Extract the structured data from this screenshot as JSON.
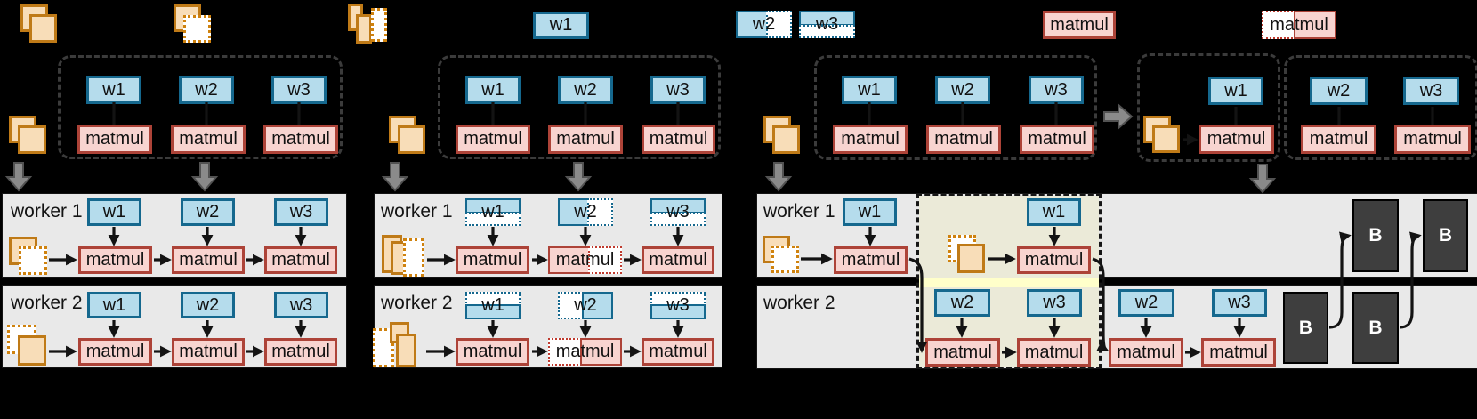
{
  "labels": {
    "w1": "w1",
    "w2": "w2",
    "w3": "w3",
    "matmul": "matmul",
    "worker1": "worker 1",
    "worker2": "worker 2",
    "backward": "B"
  },
  "colors": {
    "background": "#000000",
    "weight_fill": "#b5dcec",
    "weight_border": "#15688e",
    "op_fill": "#f8d4d0",
    "op_border": "#ad4338",
    "data_fill": "#f8ddb8",
    "data_border": "#bf7a17",
    "shard_fill": "#ffffff",
    "worker_row_bg": "#e9e9e9",
    "backward_fill": "#3e3e3e",
    "backward_text": "#ffffff",
    "highlight_bg": "#ebead8",
    "highlight_strip": "#ffffca",
    "gray_arrow": "#8a8a8a",
    "black_arrow": "#131313"
  },
  "icons": {
    "data_batch": "stacked-orange-squares",
    "data_shard": "stacked-squares-with-dotted-white-shard",
    "gray_down_arrow": "thick-gray-down-arrow",
    "gray_right_arrow": "thick-gray-right-arrow"
  },
  "panels": [
    {
      "id": 1,
      "strategy": "data-parallel",
      "graph": {
        "weights": [
          "w1",
          "w2",
          "w3"
        ],
        "ops": [
          "matmul",
          "matmul",
          "matmul"
        ]
      },
      "workers": [
        {
          "label": "worker 1",
          "weights": [
            "w1",
            "w2",
            "w3"
          ],
          "ops": [
            "matmul",
            "matmul",
            "matmul"
          ],
          "data": "shard-front"
        },
        {
          "label": "worker 2",
          "weights": [
            "w1",
            "w2",
            "w3"
          ],
          "ops": [
            "matmul",
            "matmul",
            "matmul"
          ],
          "data": "shard-back"
        }
      ]
    },
    {
      "id": 2,
      "strategy": "tensor-sharded",
      "header_badges": [
        "w1"
      ],
      "graph": {
        "weights": [
          "w1",
          "w2",
          "w3"
        ],
        "ops": [
          "matmul",
          "matmul",
          "matmul"
        ]
      },
      "workers": [
        {
          "label": "worker 1",
          "weights": [
            "w1 top-half",
            "w2 left-half",
            "w3 top-half"
          ],
          "ops": [
            "matmul",
            "matmul left-half",
            "matmul"
          ]
        },
        {
          "label": "worker 2",
          "weights": [
            "w1 bottom-half",
            "w2 right-half",
            "w3 bottom-half"
          ],
          "ops": [
            "matmul",
            "matmul right-half",
            "matmul"
          ]
        }
      ]
    },
    {
      "id": 3,
      "strategy": "pipeline",
      "header_badges": [
        "w2 sharded",
        "w3 sharded",
        "matmul"
      ],
      "graph": {
        "weights": [
          "w1",
          "w2",
          "w3"
        ],
        "ops": [
          "matmul",
          "matmul",
          "matmul"
        ]
      },
      "stages": [
        {
          "label": "worker 1",
          "weights": [
            "w1",
            "w1"
          ],
          "ops": [
            "matmul",
            "matmul"
          ],
          "backward": [
            "B",
            "B"
          ]
        },
        {
          "label": "worker 2",
          "weights": [
            "w2",
            "w3",
            "w2",
            "w3"
          ],
          "ops": [
            "matmul",
            "matmul",
            "matmul",
            "matmul"
          ],
          "backward": [
            "B",
            "B"
          ]
        }
      ],
      "highlight": "second-timestep"
    },
    {
      "id": 4,
      "strategy": "pipeline-partitioned-graph",
      "header_badges": [
        "matmul sharded"
      ],
      "stage_boxes": [
        {
          "weights": [
            "w1"
          ],
          "ops": [
            "matmul"
          ],
          "data": true
        },
        {
          "weights": [
            "w2",
            "w3"
          ],
          "ops": [
            "matmul",
            "matmul"
          ]
        }
      ]
    }
  ]
}
